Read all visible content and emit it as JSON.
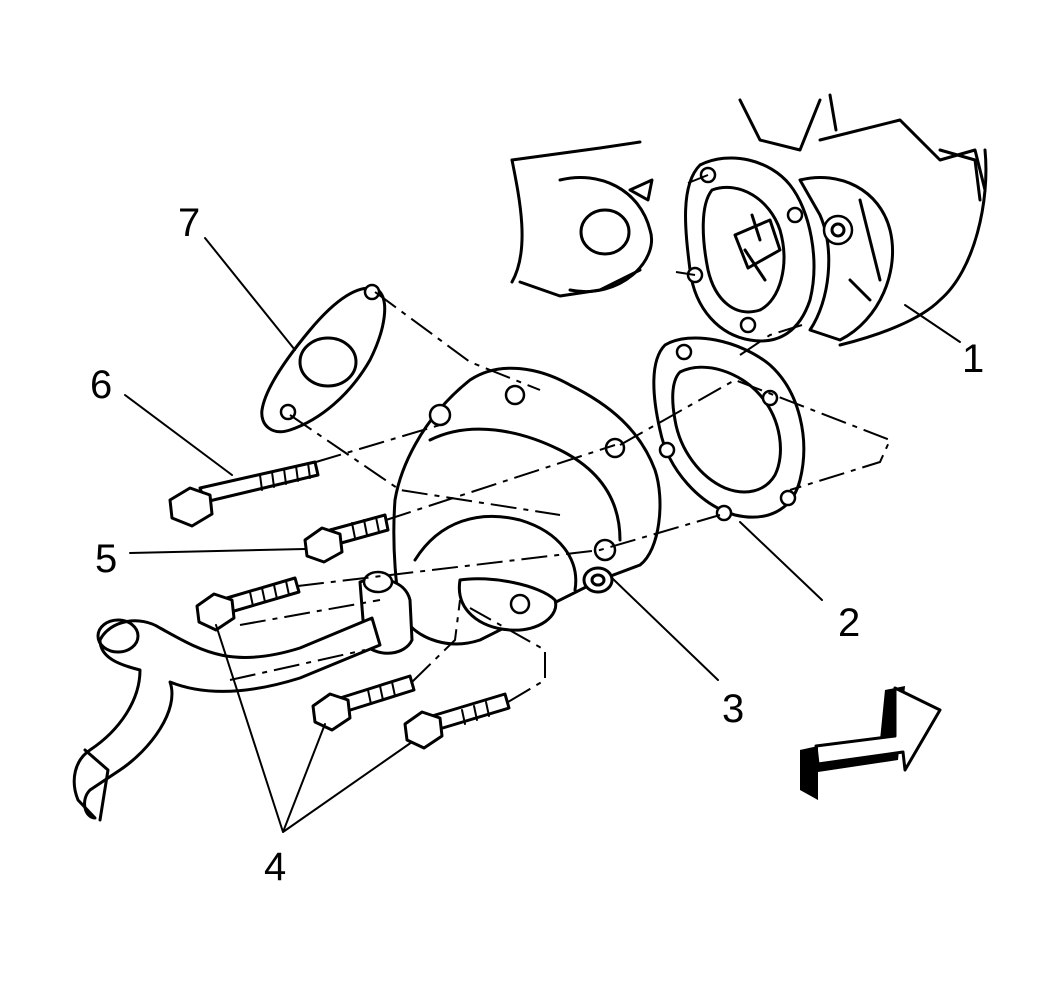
{
  "callouts": {
    "c1": "1",
    "c2": "2",
    "c3": "3",
    "c4": "4",
    "c5": "5",
    "c6": "6",
    "c7": "7"
  },
  "colors": {
    "ink": "#000000",
    "paper": "#ffffff"
  },
  "icons": {
    "direction": "arrow-right-up-icon"
  }
}
